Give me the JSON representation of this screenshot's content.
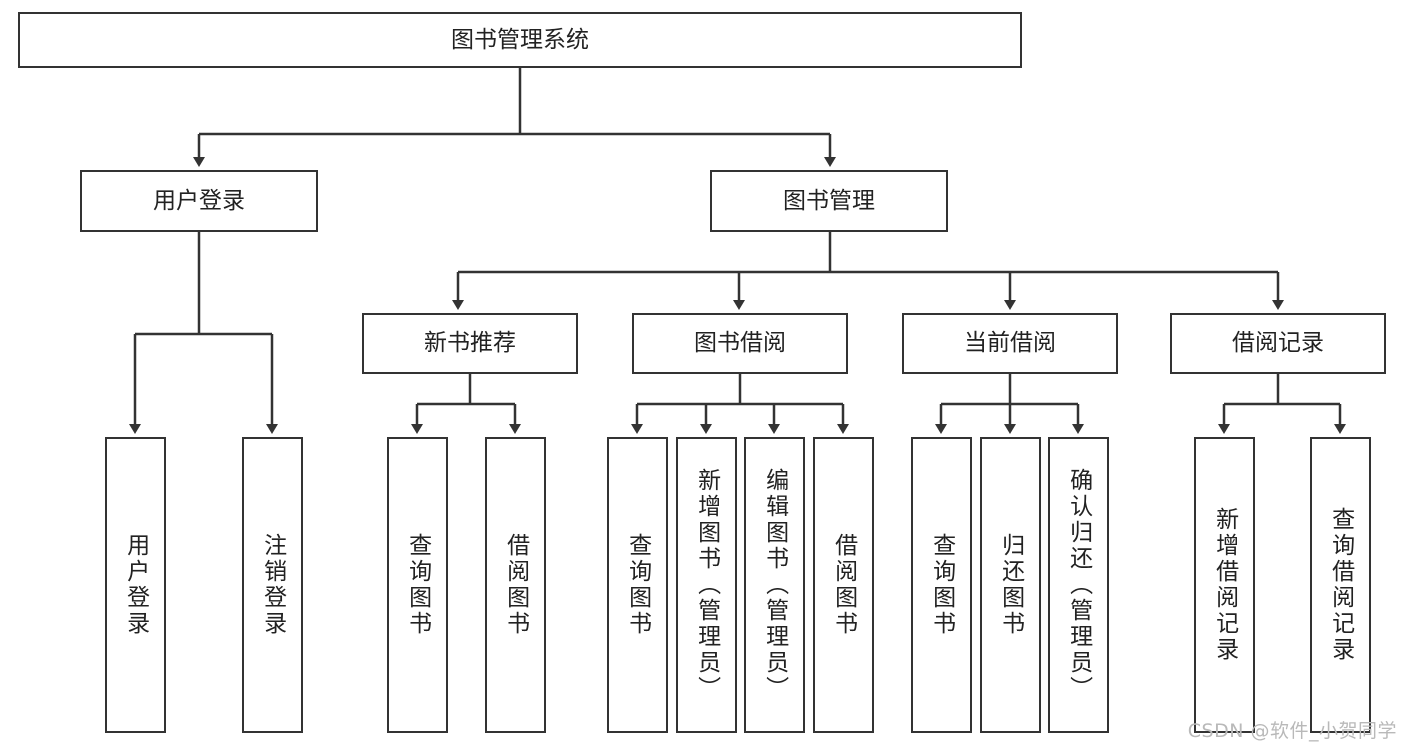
{
  "diagram": {
    "title": "图书管理系统",
    "type": "tree",
    "root": {
      "id": "root",
      "label": "图书管理系统"
    },
    "level2": [
      {
        "id": "user-login",
        "label": "用户登录"
      },
      {
        "id": "book-manage",
        "label": "图书管理"
      }
    ],
    "level3": [
      {
        "id": "new-book-recommend",
        "label": "新书推荐"
      },
      {
        "id": "book-borrow",
        "label": "图书借阅"
      },
      {
        "id": "current-borrow",
        "label": "当前借阅"
      },
      {
        "id": "borrow-record",
        "label": "借阅记录"
      }
    ],
    "leaves": {
      "user_login": [
        {
          "id": "leaf-user-login",
          "label": "用户登录"
        },
        {
          "id": "leaf-logout",
          "label": "注销登录"
        }
      ],
      "new_book_recommend": [
        {
          "id": "leaf-query-book-1",
          "label": "查询图书"
        },
        {
          "id": "leaf-borrow-book-1",
          "label": "借阅图书"
        }
      ],
      "book_borrow": [
        {
          "id": "leaf-query-book-2",
          "label": "查询图书"
        },
        {
          "id": "leaf-add-book",
          "label": "新增图书（管理员）"
        },
        {
          "id": "leaf-edit-book",
          "label": "编辑图书（管理员）"
        },
        {
          "id": "leaf-borrow-book-2",
          "label": "借阅图书"
        }
      ],
      "current_borrow": [
        {
          "id": "leaf-query-book-3",
          "label": "查询图书"
        },
        {
          "id": "leaf-return-book",
          "label": "归还图书"
        },
        {
          "id": "leaf-confirm-return",
          "label": "确认归还（管理员）"
        }
      ],
      "borrow_record": [
        {
          "id": "leaf-add-record",
          "label": "新增借阅记录"
        },
        {
          "id": "leaf-query-record",
          "label": "查询借阅记录"
        }
      ]
    },
    "colors": {
      "stroke": "#333333",
      "background": "#ffffff",
      "text": "#222222",
      "watermark": "#b9b9b9"
    }
  },
  "watermark": {
    "text": "CSDN @软件_小贺同学"
  }
}
